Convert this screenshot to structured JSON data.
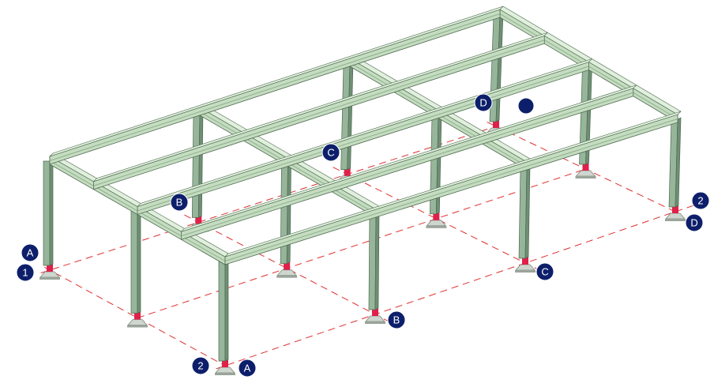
{
  "colors": {
    "steel_face": "#c4dcbf",
    "steel_top": "#e0f0dc",
    "steel_side": "#8fae8f",
    "steel_edge": "#4f6a52",
    "column_face": "#97b59a",
    "column_side": "#6e8f74",
    "grid_line": "#e03030",
    "base_plate": "#cfd6cf",
    "anchor": "#e0204a",
    "bubble_fill": "#0d1f6b",
    "bubble_text": "#ffffff"
  },
  "grid_bubbles": [
    {
      "id": "bubble-a-1",
      "text": "A"
    },
    {
      "id": "bubble-1-1",
      "text": "1"
    },
    {
      "id": "bubble-2-a",
      "text": "2"
    },
    {
      "id": "bubble-a-2",
      "text": "A"
    },
    {
      "id": "bubble-b-1",
      "text": "B"
    },
    {
      "id": "bubble-b-2",
      "text": "B"
    },
    {
      "id": "bubble-c-1",
      "text": "C"
    },
    {
      "id": "bubble-c-2",
      "text": "C"
    },
    {
      "id": "bubble-d-1",
      "text": "D"
    },
    {
      "id": "bubble-2-d",
      "text": "2"
    },
    {
      "id": "bubble-d-2",
      "text": "D"
    }
  ]
}
